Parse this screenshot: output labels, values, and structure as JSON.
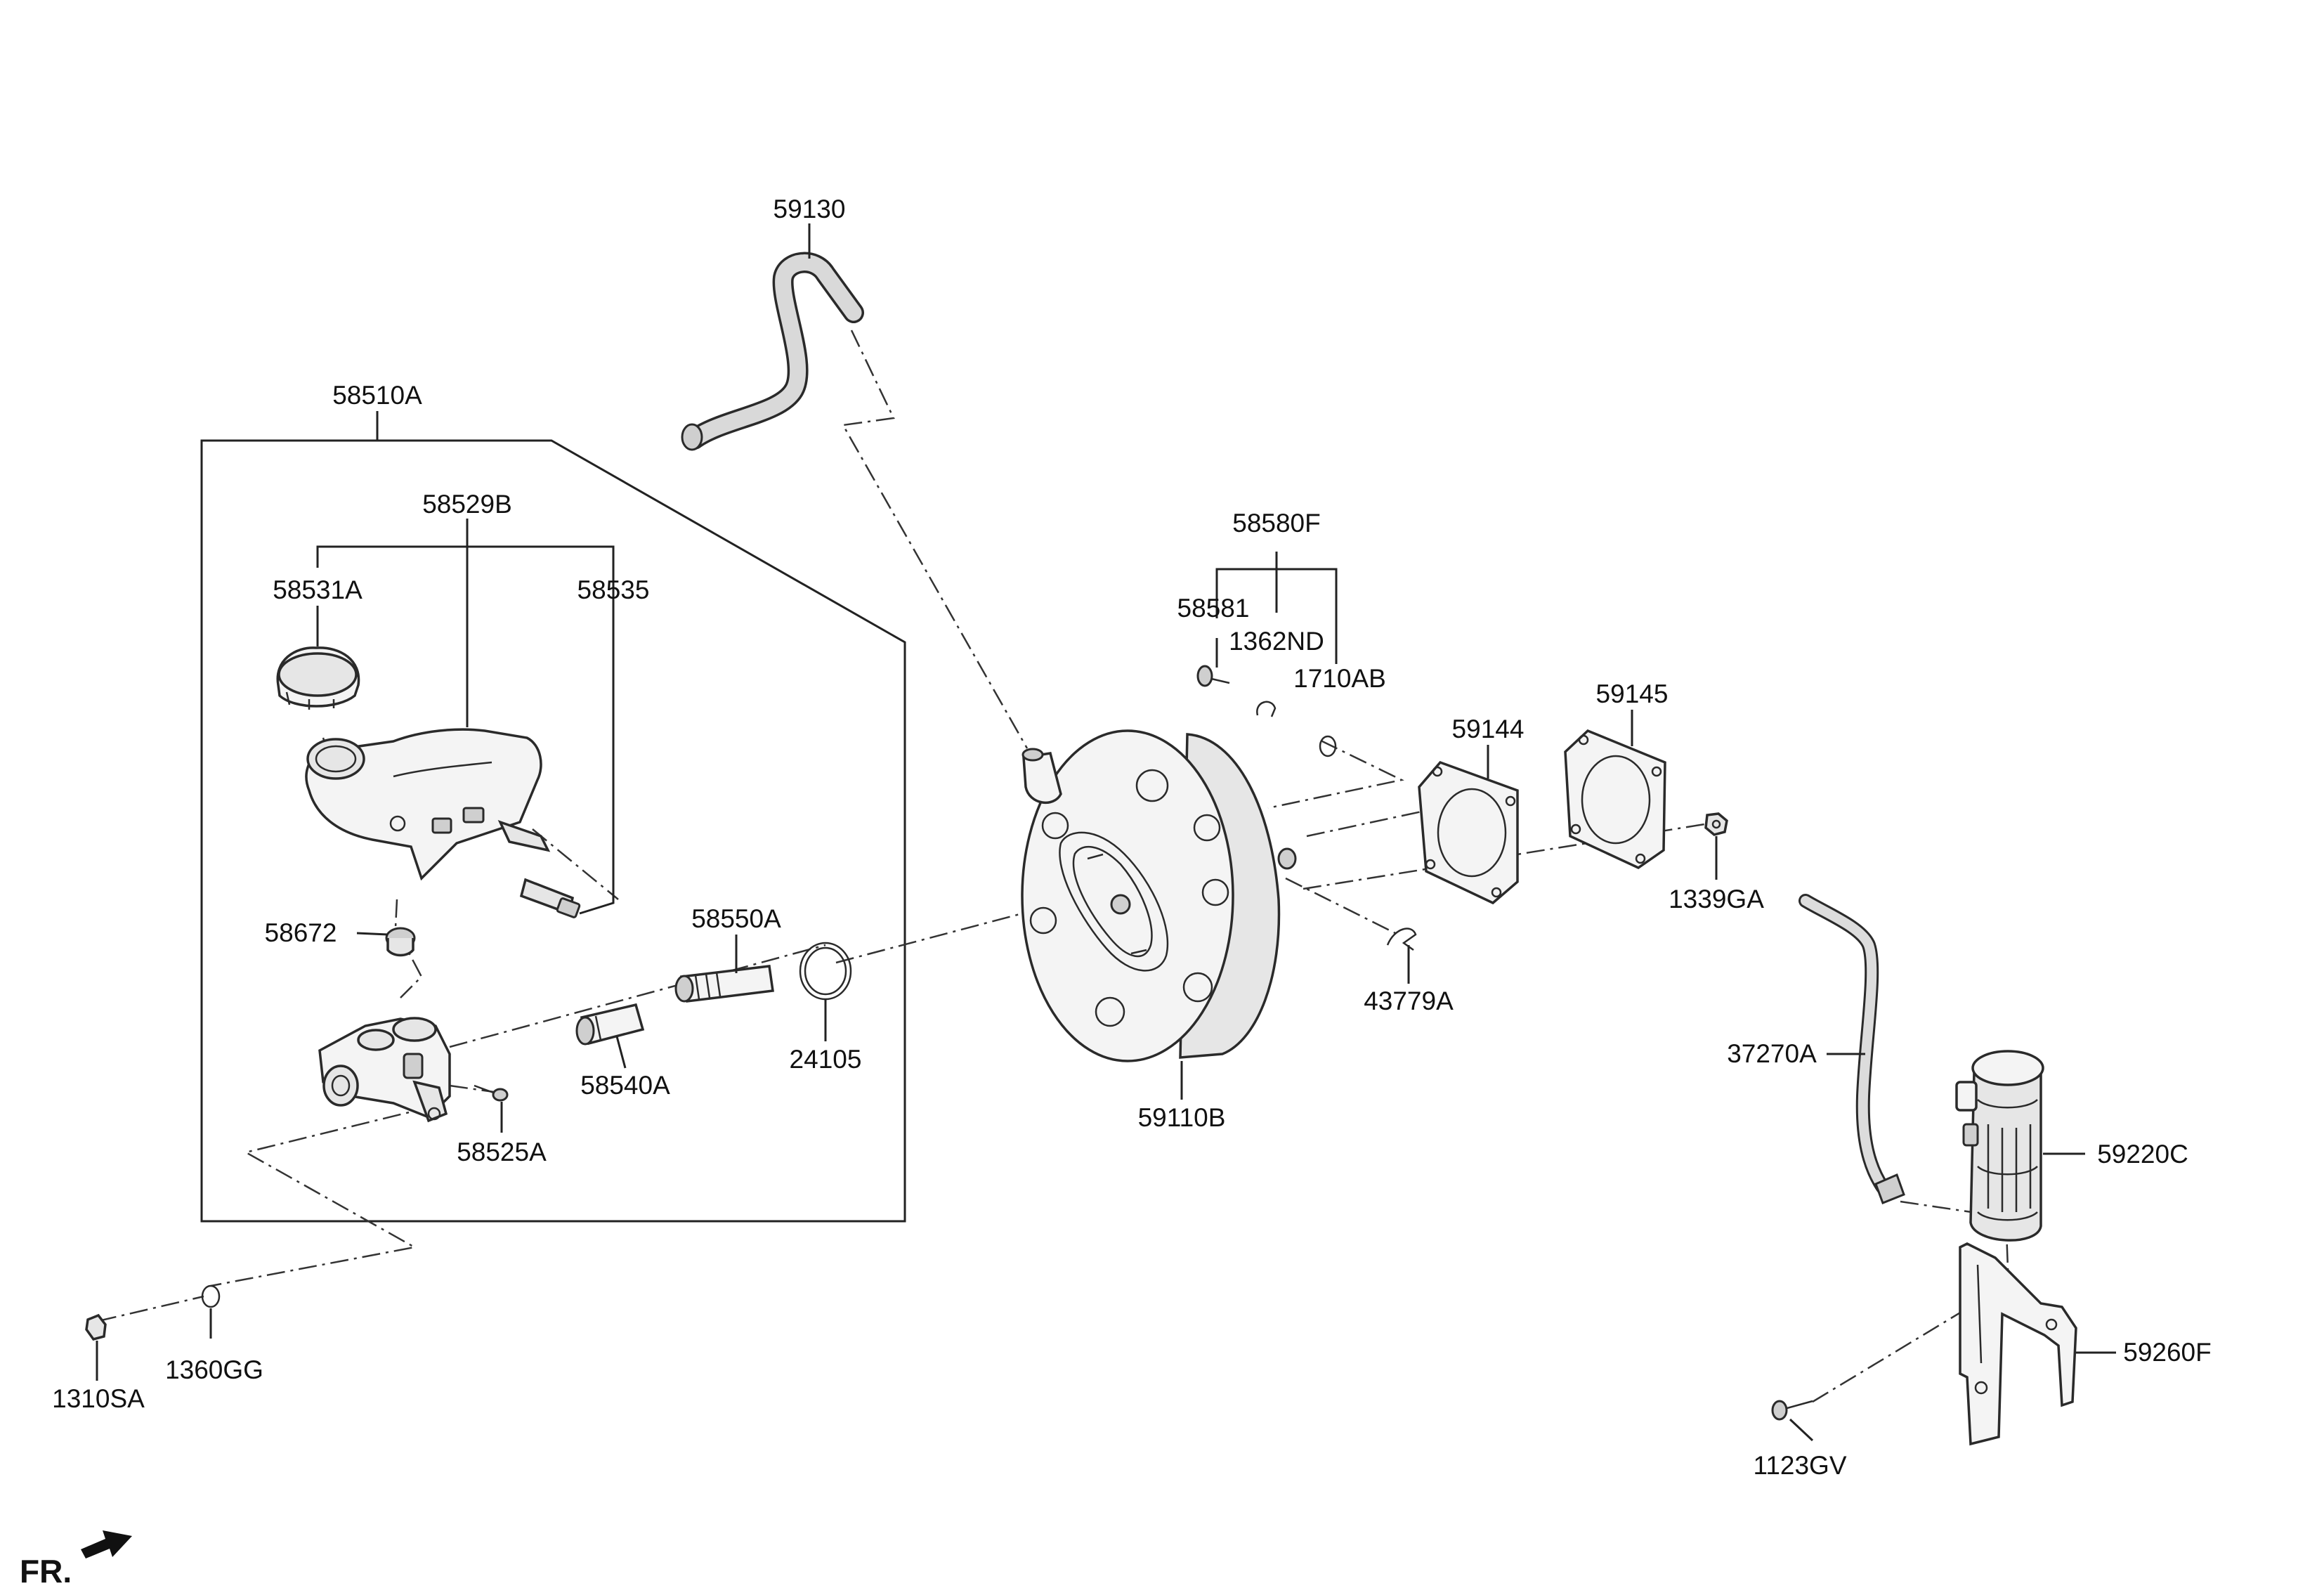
{
  "labels": {
    "l59130": "59130",
    "l58510A": "58510A",
    "l58529B": "58529B",
    "l58531A": "58531A",
    "l58535": "58535",
    "l58580F": "58580F",
    "l58581": "58581",
    "l1362ND": "1362ND",
    "l1710AB": "1710AB",
    "l59144": "59144",
    "l59145": "59145",
    "l1339GA": "1339GA",
    "l58672": "58672",
    "l58550A": "58550A",
    "l43779A": "43779A",
    "l37270A": "37270A",
    "l58540A": "58540A",
    "l24105": "24105",
    "l59110B": "59110B",
    "l58525A": "58525A",
    "l59220C": "59220C",
    "l59260F": "59260F",
    "l1310SA": "1310SA",
    "l1360GG": "1360GG",
    "l1123GV": "1123GV"
  },
  "front_indicator": "FR."
}
